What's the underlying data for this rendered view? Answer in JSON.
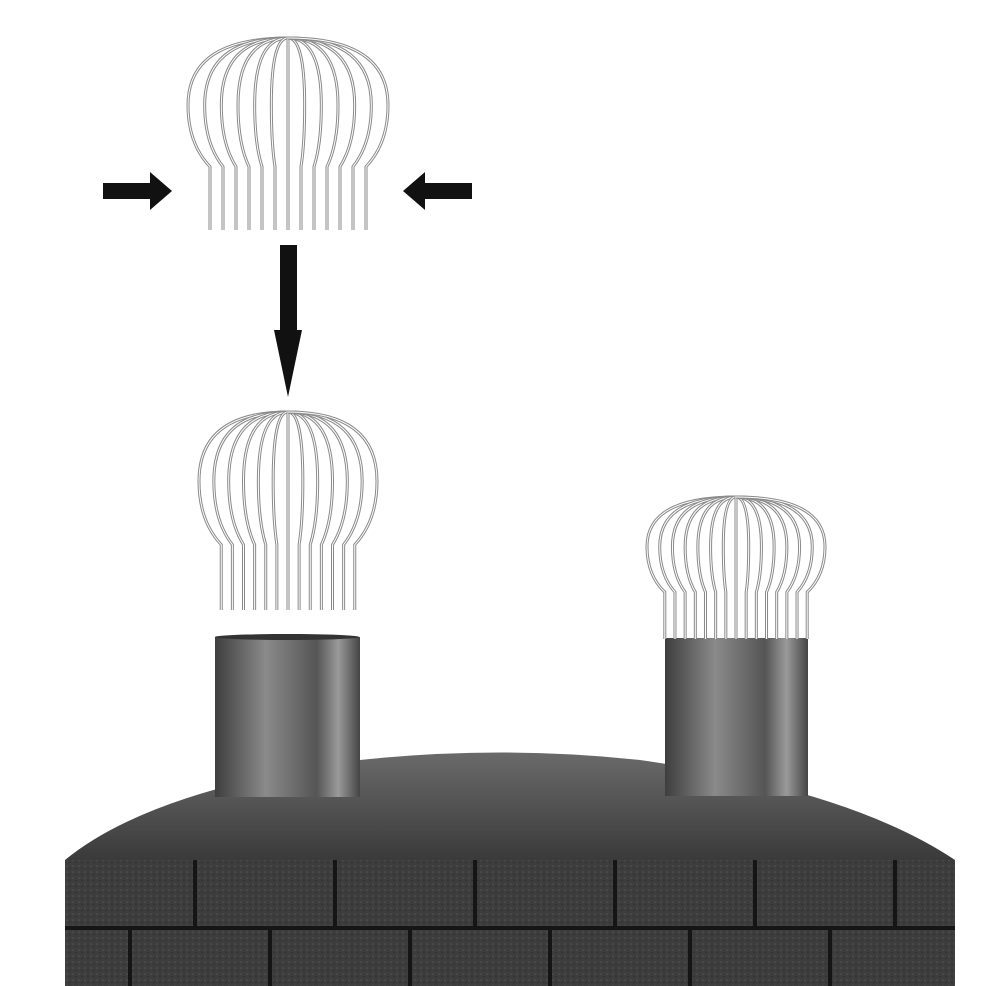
{
  "diagram": {
    "steps": [
      {
        "name": "squeeze-cage",
        "icon": "compress-arrows-icon"
      },
      {
        "name": "insert-cage",
        "icon": "down-arrow-icon"
      },
      {
        "name": "installed-cage",
        "icon": "wire-balloon-guard-icon"
      }
    ],
    "colors": {
      "background": "#ffffff",
      "arrow": "#111111",
      "pipe": "#5a5a5a",
      "roof": "#4a4a4a",
      "brick": "#3c3c3c",
      "mortar": "#1a1a1a",
      "wire": "#8a8a8a"
    }
  }
}
